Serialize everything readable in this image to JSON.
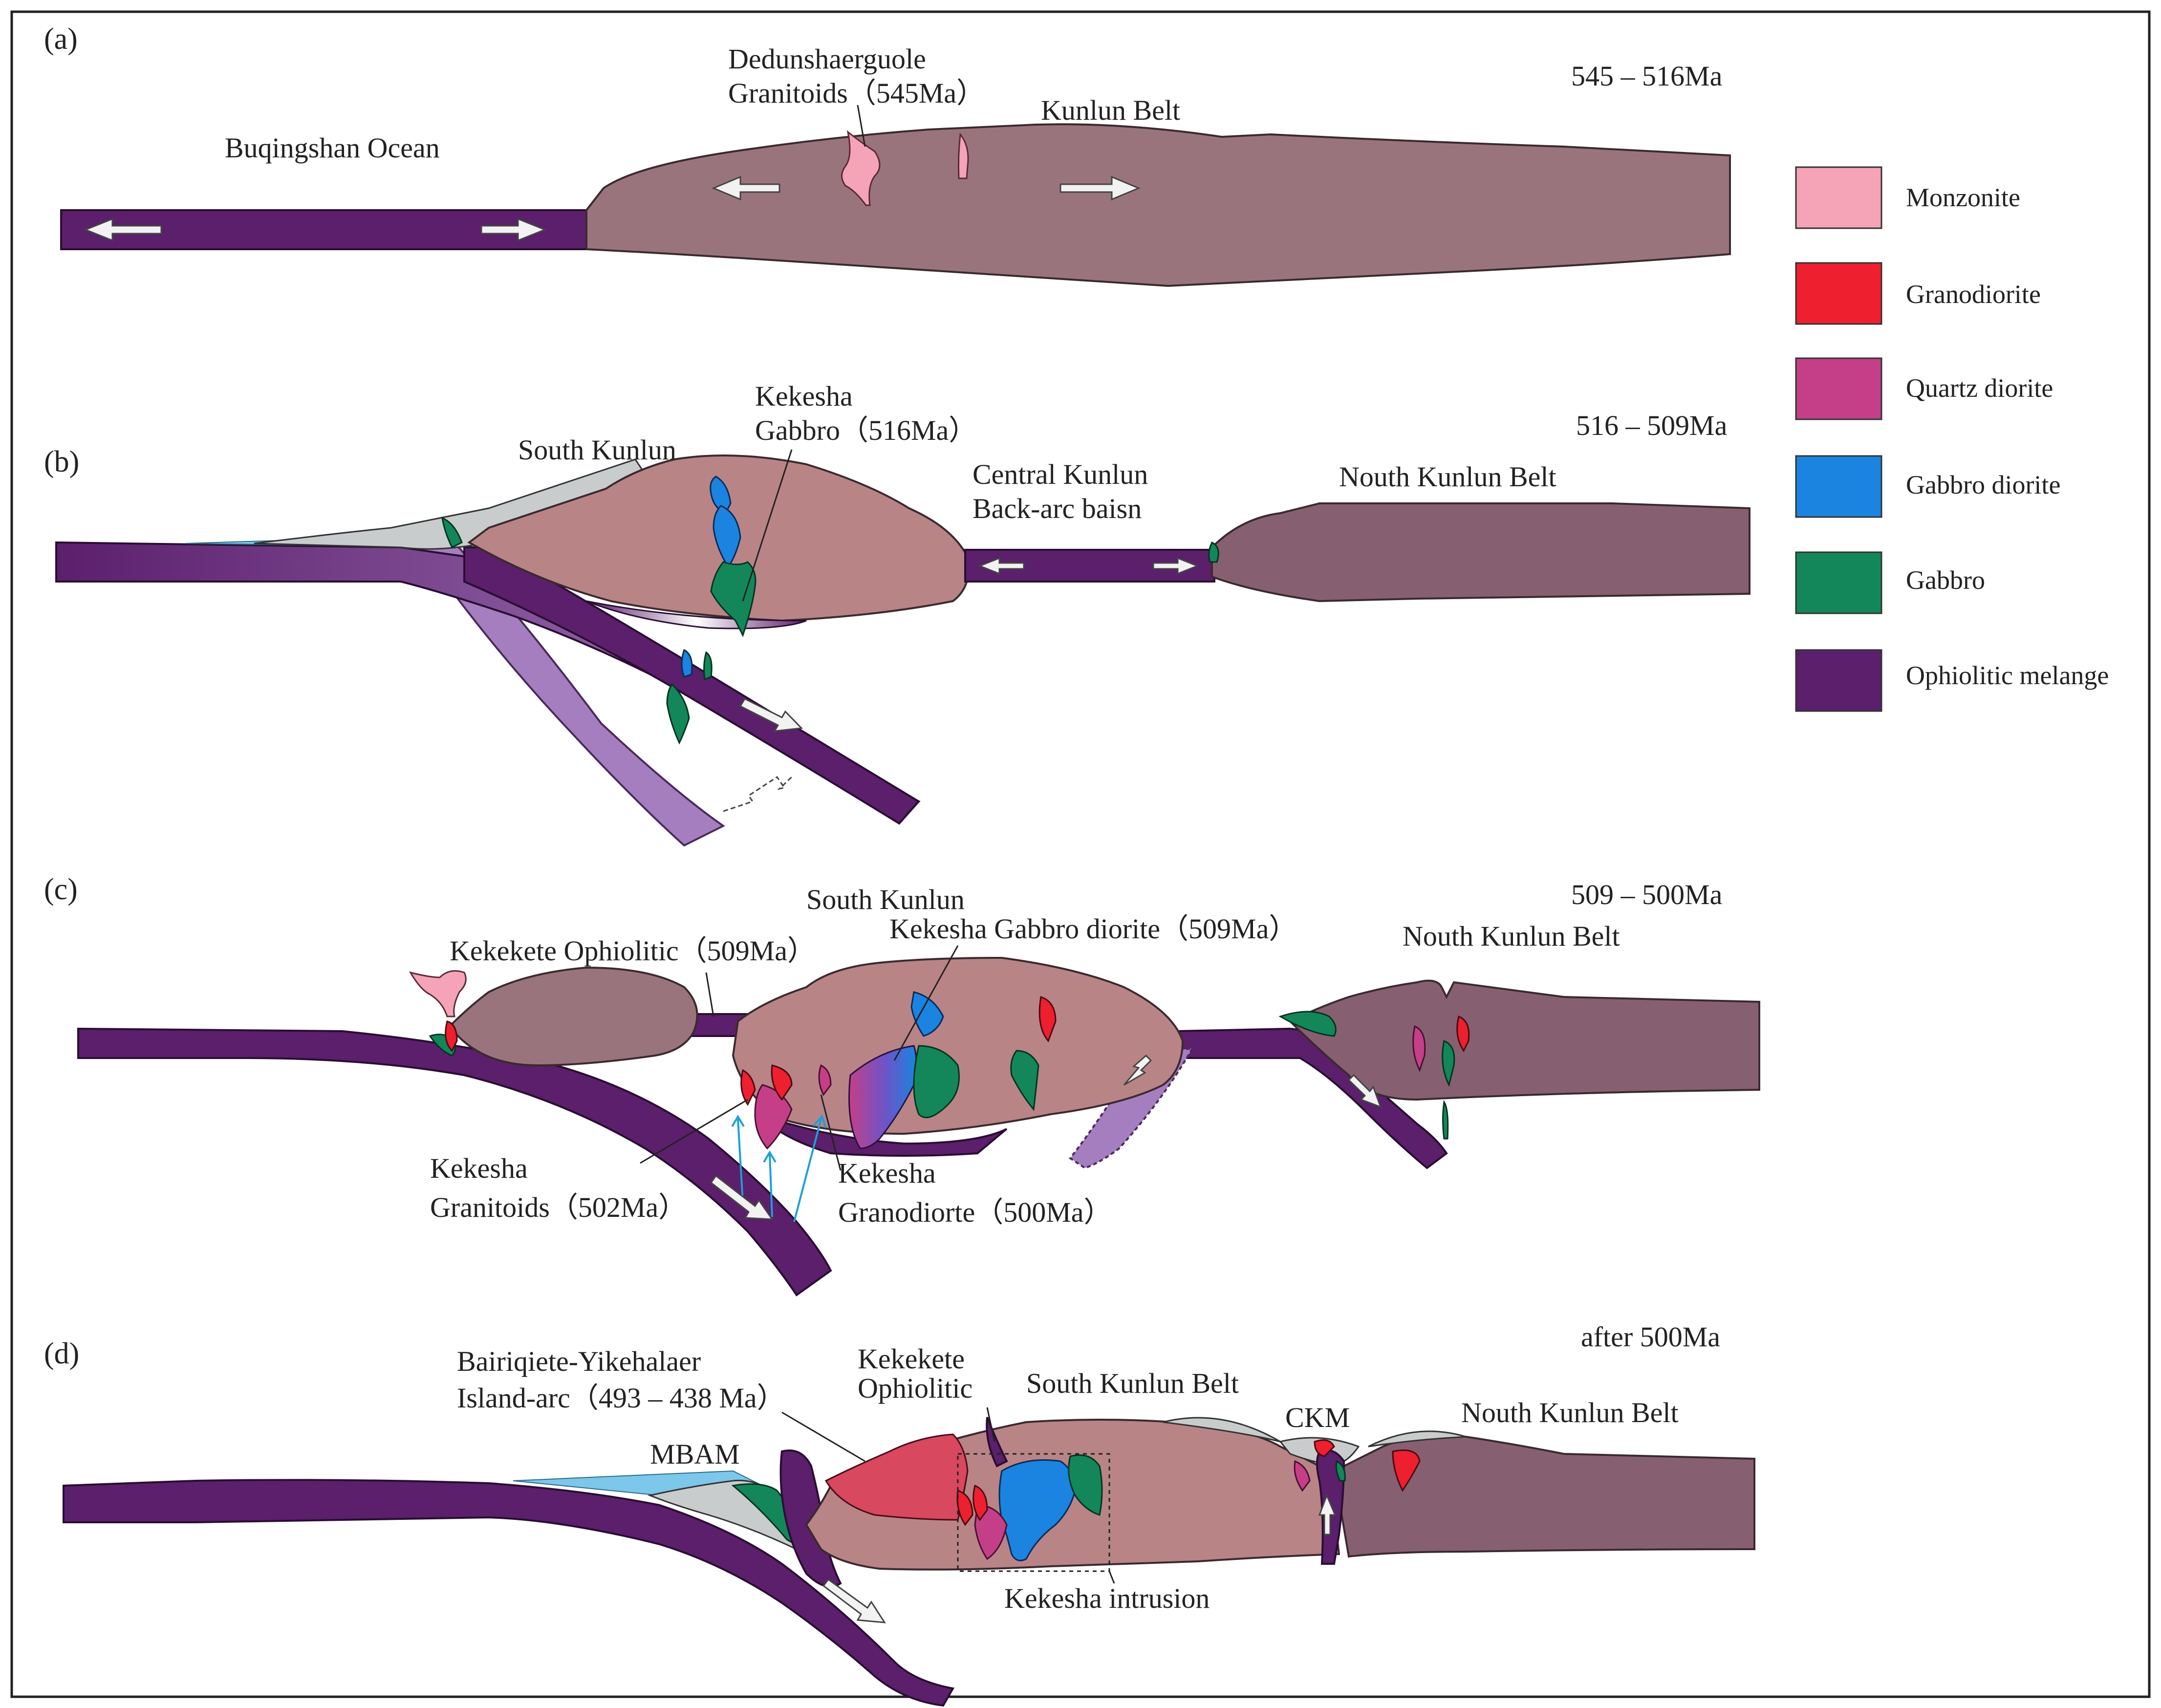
{
  "panels": {
    "a": {
      "label": "(a)",
      "age": "545 – 516Ma",
      "labels": {
        "ocean": "Buqingshan  Ocean",
        "granitoids_l1": "Dedunshaerguole",
        "granitoids_l2": "Granitoids（545Ma）",
        "belt": "Kunlun Belt"
      }
    },
    "b": {
      "label": "(b)",
      "age": "516 – 509Ma",
      "labels": {
        "south": "South Kunlun",
        "gabbro_l1": "Kekesha",
        "gabbro_l2": "Gabbro（516Ma）",
        "central_l1": "Central Kunlun",
        "central_l2": "Back-arc baisn",
        "north": "Nouth Kunlun Belt"
      }
    },
    "c": {
      "label": "(c)",
      "age": "509 – 500Ma",
      "labels": {
        "south": "South Kunlun",
        "ophiolitic": "Kekekete Ophiolitic（509Ma）",
        "gabbro_diorite": "Kekesha Gabbro diorite（509Ma）",
        "north": "Nouth Kunlun Belt",
        "granitoids_l1": "Kekesha",
        "granitoids_l2": "Granitoids（502Ma）",
        "granodiorite_l1": "Kekesha",
        "granodiorite_l2": "Granodiorte（500Ma）"
      }
    },
    "d": {
      "label": "(d)",
      "age": "after 500Ma",
      "labels": {
        "arc_l1": "Bairiqiete-Yikehalaer",
        "arc_l2": "Island-arc（493 – 438 Ma）",
        "ophiolitic_l1": "Kekekete",
        "ophiolitic_l2": "Ophiolitic",
        "south_belt": "South Kunlun Belt",
        "ckm": "CKM",
        "north": "Nouth Kunlun Belt",
        "mbam": "MBAM",
        "intrusion": "Kekesha intrusion"
      }
    }
  },
  "legend": {
    "items": [
      {
        "label": "Monzonite",
        "color": "#f5a3b6"
      },
      {
        "label": "Granodiorite",
        "color": "#ee1f2f"
      },
      {
        "label": "Quartz diorite",
        "color": "#c43f88"
      },
      {
        "label": "Gabbro diorite",
        "color": "#1a84e0"
      },
      {
        "label": "Gabbro",
        "color": "#13875a"
      },
      {
        "label": "Ophiolitic melange",
        "color": "#5b1f6b"
      }
    ]
  }
}
